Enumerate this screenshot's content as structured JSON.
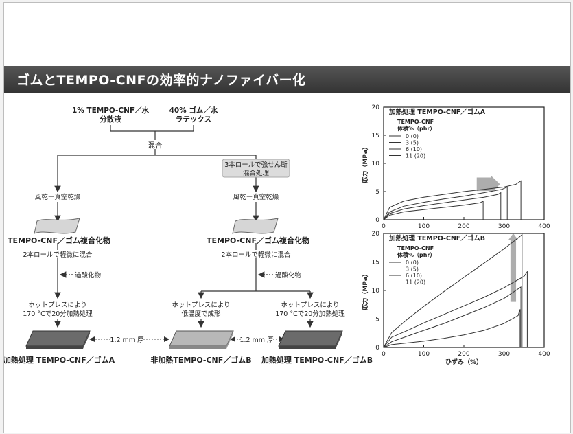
{
  "title": "ゴムとTEMPO-CNFの効率的ナノファイバー化",
  "flow": {
    "input1_line1": "1% TEMPO-CNF／水",
    "input1_line2": "分散液",
    "input2_line1": "40% ゴム／水",
    "input2_line2": "ラテックス",
    "mix": "混合",
    "roll_note_line1": "3本ロールで強せん断",
    "roll_note_line2": "混合処理",
    "dry_left": "風乾ー真空乾燥",
    "dry_right": "風乾ー真空乾燥",
    "composite_left": "TEMPO-CNF／ゴム複合化物",
    "composite_right": "TEMPO-CNF／ゴム複合化物",
    "mix_light_left": "2本ロールで軽微に混合",
    "mix_light_right": "2本ロールで軽微に混合",
    "peroxide_left": "過酸化物",
    "peroxide_right": "過酸化物",
    "press_left_line1": "ホットプレスにより",
    "press_left_line2": "170 °Cで20分加熱処理",
    "press_mid_line1": "ホットプレスにより",
    "press_mid_line2": "低温度で成形",
    "press_right_line1": "ホットプレスにより",
    "press_right_line2": "170 °Cで20分加熱処理",
    "thickness_left": "1.2 mm 厚",
    "thickness_right": "1.2 mm 厚",
    "product_left": "加熱処理 TEMPO-CNF／ゴムA",
    "product_mid": "非加熱TEMPO-CNF／ゴムB",
    "product_right": "加熱処理 TEMPO-CNF／ゴムB"
  },
  "chart_data": [
    {
      "type": "line",
      "title": "加熱処理 TEMPO-CNF／ゴムA",
      "xlabel": "",
      "ylabel": "応力（MPa）",
      "xlim": [
        0,
        400
      ],
      "ylim": [
        0,
        20
      ],
      "xticks": [
        0,
        100,
        200,
        300,
        400
      ],
      "yticks": [
        0,
        5,
        10,
        15,
        20
      ],
      "legend_title_line1": "TEMPO-CNF",
      "legend_title_line2": "体積%（phr）",
      "legend_placement": "top-left",
      "grid": false,
      "series": [
        {
          "name": "0 (0)",
          "x": [
            0,
            15,
            50,
            100,
            150,
            200,
            240,
            248
          ],
          "y": [
            0,
            0.8,
            1.4,
            1.8,
            2.2,
            2.6,
            3.0,
            3.3
          ]
        },
        {
          "name": "3 (5)",
          "x": [
            0,
            15,
            50,
            100,
            150,
            200,
            250,
            285,
            292
          ],
          "y": [
            0,
            1.1,
            1.9,
            2.5,
            3.0,
            3.5,
            4.0,
            4.5,
            4.8
          ]
        },
        {
          "name": "6 (10)",
          "x": [
            0,
            15,
            50,
            100,
            150,
            200,
            250,
            295,
            308
          ],
          "y": [
            0,
            1.4,
            2.4,
            3.1,
            3.7,
            4.2,
            4.8,
            5.4,
            5.8
          ]
        },
        {
          "name": "11 (20)",
          "x": [
            0,
            15,
            50,
            100,
            150,
            200,
            250,
            300,
            330,
            342
          ],
          "y": [
            0,
            2.2,
            3.3,
            4.0,
            4.5,
            5.0,
            5.4,
            5.8,
            6.3,
            6.9
          ]
        }
      ]
    },
    {
      "type": "line",
      "title": "加熱処理 TEMPO-CNF／ゴムB",
      "xlabel": "ひずみ（%）",
      "ylabel": "応力（MPa）",
      "xlim": [
        0,
        400
      ],
      "ylim": [
        0,
        20
      ],
      "xticks": [
        0,
        100,
        200,
        300,
        400
      ],
      "yticks": [
        0,
        5,
        10,
        15,
        20
      ],
      "legend_title_line1": "TEMPO-CNF",
      "legend_title_line2": "体積%（phr）",
      "legend_placement": "top-left",
      "grid": false,
      "series": [
        {
          "name": "0 (0)",
          "x": [
            0,
            20,
            60,
            100,
            150,
            200,
            250,
            300,
            335,
            340
          ],
          "y": [
            0,
            0.5,
            0.8,
            1.1,
            1.6,
            2.2,
            3.0,
            4.2,
            5.6,
            6.7
          ]
        },
        {
          "name": "3 (5)",
          "x": [
            0,
            20,
            60,
            100,
            150,
            200,
            250,
            300,
            342
          ],
          "y": [
            0,
            1.0,
            2.0,
            3.0,
            4.2,
            5.6,
            7.0,
            8.6,
            10.6
          ]
        },
        {
          "name": "6 (10)",
          "x": [
            0,
            20,
            60,
            100,
            150,
            200,
            250,
            300,
            350,
            358
          ],
          "y": [
            0,
            1.8,
            3.0,
            4.3,
            5.8,
            7.3,
            8.8,
            10.5,
            12.5,
            13.3
          ]
        },
        {
          "name": "11 (20)",
          "x": [
            0,
            20,
            60,
            100,
            150,
            200,
            250,
            300,
            335,
            345
          ],
          "y": [
            0,
            2.6,
            5.0,
            7.2,
            9.8,
            12.3,
            14.8,
            17.3,
            19.2,
            19.8
          ]
        }
      ]
    }
  ]
}
